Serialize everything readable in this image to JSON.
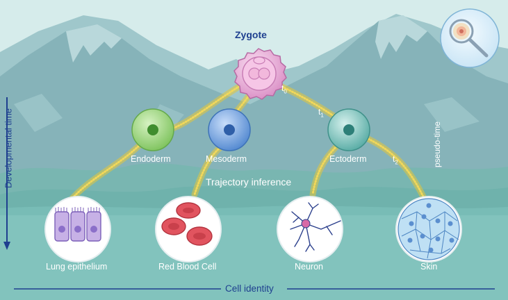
{
  "title": "Zygote",
  "stages": {
    "germ_layers": [
      "Endoderm",
      "Mesoderm",
      "Ectoderm"
    ],
    "cell_types": [
      "Lung epithelium",
      "Red Blood Cell",
      "Neuron",
      "Skin"
    ]
  },
  "labels": {
    "trajectory": "Trajectory inference",
    "pseudo_time": "pseudo-time",
    "y_axis": "Developmental time",
    "x_axis": "Cell identity"
  },
  "time_points": [
    {
      "base": "t",
      "sub": "0"
    },
    {
      "base": "t",
      "sub": "1"
    },
    {
      "base": "t",
      "sub": "2"
    }
  ],
  "colors": {
    "sky": "#d6eceb",
    "mountain": "#8bb7bd",
    "hills": "#6fb1ab",
    "ground": "#7fbfba",
    "trajectory": "#e6c63a",
    "axis": "#1e3f8f",
    "endoderm": "#8fcf6e",
    "mesoderm": "#5b95d6",
    "ectoderm": "#5fb8b0",
    "zygote": "#e9a6d3"
  },
  "icons": [
    "zygote-cell-icon",
    "magnifier-cell-icon",
    "lung-epithelium-icon",
    "red-blood-cell-icon",
    "neuron-icon",
    "skin-cells-icon"
  ]
}
